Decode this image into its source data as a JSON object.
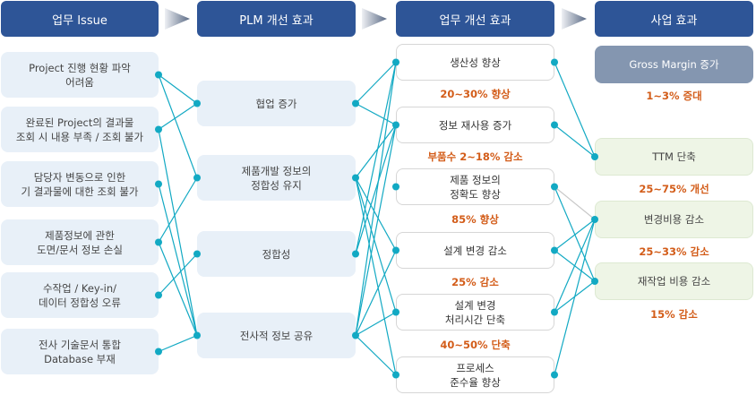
{
  "headers": [
    {
      "label": "업무 Issue"
    },
    {
      "label": "PLM 개선 효과"
    },
    {
      "label": "업무 개선 효과"
    },
    {
      "label": "사업 효과"
    }
  ],
  "issues": [
    {
      "label": "Project 진행 현황 파악\n어려움"
    },
    {
      "label": "완료된 Project의 결과물\n조회 시 내용 부족 / 조회 불가"
    },
    {
      "label": "담당자 변동으로 인한\n기 결과물에 대한 조회 불가"
    },
    {
      "label": "제품정보에 관한\n도면/문서 정보 손실"
    },
    {
      "label": "수작업 / Key-in/\n데이터 정합성 오류"
    },
    {
      "label": "전사 기술문서 통합\nDatabase 부재"
    }
  ],
  "plm_effects": [
    {
      "label": "협업 증가"
    },
    {
      "label": "제품개발 정보의\n정합성 유지"
    },
    {
      "label": "정합성"
    },
    {
      "label": "전사적 정보 공유"
    }
  ],
  "work_effects": [
    {
      "label": "생산성 향상",
      "metric": "20~30% 향상"
    },
    {
      "label": "정보 재사용 증가",
      "metric": "부품수 2~18% 감소"
    },
    {
      "label": "제품 정보의\n정확도 향상",
      "metric": "85% 향상"
    },
    {
      "label": "설계 변경 감소",
      "metric": "25% 감소"
    },
    {
      "label": "설계 변경\n처리시간 단축",
      "metric": "40~50% 단축"
    },
    {
      "label": "프로세스\n준수율 향상",
      "metric": ""
    }
  ],
  "business_effects": [
    {
      "label": "Gross Margin 증가",
      "metric": "1~3% 증대"
    },
    {
      "label": "TTM 단축",
      "metric": "25~75% 개선"
    },
    {
      "label": "변경비용 감소",
      "metric": "25~33% 감소"
    },
    {
      "label": "재작업 비용 감소",
      "metric": "15% 감소"
    }
  ],
  "links": {
    "issue_to_plm": [
      [
        0,
        0
      ],
      [
        0,
        1
      ],
      [
        1,
        0
      ],
      [
        1,
        3
      ],
      [
        2,
        3
      ],
      [
        3,
        1
      ],
      [
        3,
        3
      ],
      [
        4,
        2
      ],
      [
        5,
        3
      ]
    ],
    "plm_to_work": [
      [
        0,
        0
      ],
      [
        0,
        1
      ],
      [
        1,
        1
      ],
      [
        1,
        3
      ],
      [
        1,
        4
      ],
      [
        1,
        5
      ],
      [
        2,
        0
      ],
      [
        2,
        1
      ],
      [
        3,
        0
      ],
      [
        3,
        1
      ],
      [
        3,
        3
      ],
      [
        3,
        4
      ],
      [
        3,
        5
      ]
    ],
    "work_to_business": [
      [
        0,
        1
      ],
      [
        1,
        1
      ],
      [
        2,
        2,
        "gray"
      ],
      [
        2,
        3
      ],
      [
        3,
        2
      ],
      [
        3,
        3
      ],
      [
        4,
        2
      ],
      [
        4,
        3
      ],
      [
        5,
        2
      ]
    ]
  },
  "colors": {
    "header": "#2e5597",
    "link": "#12a9c3",
    "link_muted": "#c8c8c8",
    "metric": "#d35d1a",
    "gross_margin": "#8496b0"
  }
}
